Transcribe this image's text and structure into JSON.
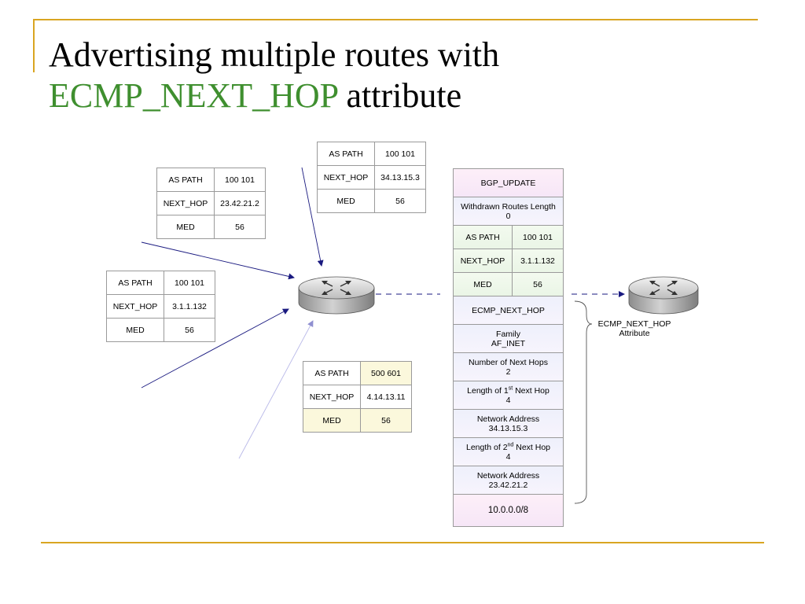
{
  "title": {
    "line1": "Advertising multiple routes with",
    "highlight": "ECMP_NEXT_HOP",
    "rest": " attribute"
  },
  "tables": {
    "top_center": {
      "as_path_label": "AS PATH",
      "as_path": "100  101",
      "next_hop_label": "NEXT_HOP",
      "next_hop": "34.13.15.3",
      "med_label": "MED",
      "med": "56"
    },
    "upper_left": {
      "as_path_label": "AS PATH",
      "as_path": "100  101",
      "next_hop_label": "NEXT_HOP",
      "next_hop": "23.42.21.2",
      "med_label": "MED",
      "med": "56"
    },
    "left": {
      "as_path_label": "AS PATH",
      "as_path": "100  101",
      "next_hop_label": "NEXT_HOP",
      "next_hop": "3.1.1.132",
      "med_label": "MED",
      "med": "56"
    },
    "lower_center": {
      "as_path_label": "AS PATH",
      "as_path": "500  601",
      "next_hop_label": "NEXT_HOP",
      "next_hop": "4.14.13.11",
      "med_label": "MED",
      "med": "56"
    }
  },
  "packet": {
    "header": "BGP_UPDATE",
    "withdrawn_line1": "Withdrawn Routes Length",
    "withdrawn_line2": "0",
    "as_path_label": "AS PATH",
    "as_path": "100  101",
    "next_hop_label": "NEXT_HOP",
    "next_hop": "3.1.1.132",
    "med_label": "MED",
    "med": "56",
    "ecmp": "ECMP_NEXT_HOP",
    "family_line1": "Family",
    "family_line2": "AF_INET",
    "num_hops_line1": "Number of Next Hops",
    "num_hops_line2": "2",
    "len1_prefix": "Length of 1",
    "len1_sup": "st",
    "len1_suffix": " Next Hop",
    "len1_value": "4",
    "addr1_line1": "Network Address",
    "addr1_line2": "34.13.15.3",
    "len2_prefix": "Length of 2",
    "len2_sup": "nd",
    "len2_suffix": " Next Hop",
    "len2_value": "4",
    "addr2_line1": "Network Address",
    "addr2_line2": "23.42.21.2",
    "prefix": "10.0.0.0/8"
  },
  "brace_label": {
    "line1": "ECMP_NEXT_HOP",
    "line2": "Attribute"
  },
  "colors": {
    "frame": "#d9a521",
    "title_highlight": "#3f8f2f",
    "arrow": "#1a1a80"
  }
}
